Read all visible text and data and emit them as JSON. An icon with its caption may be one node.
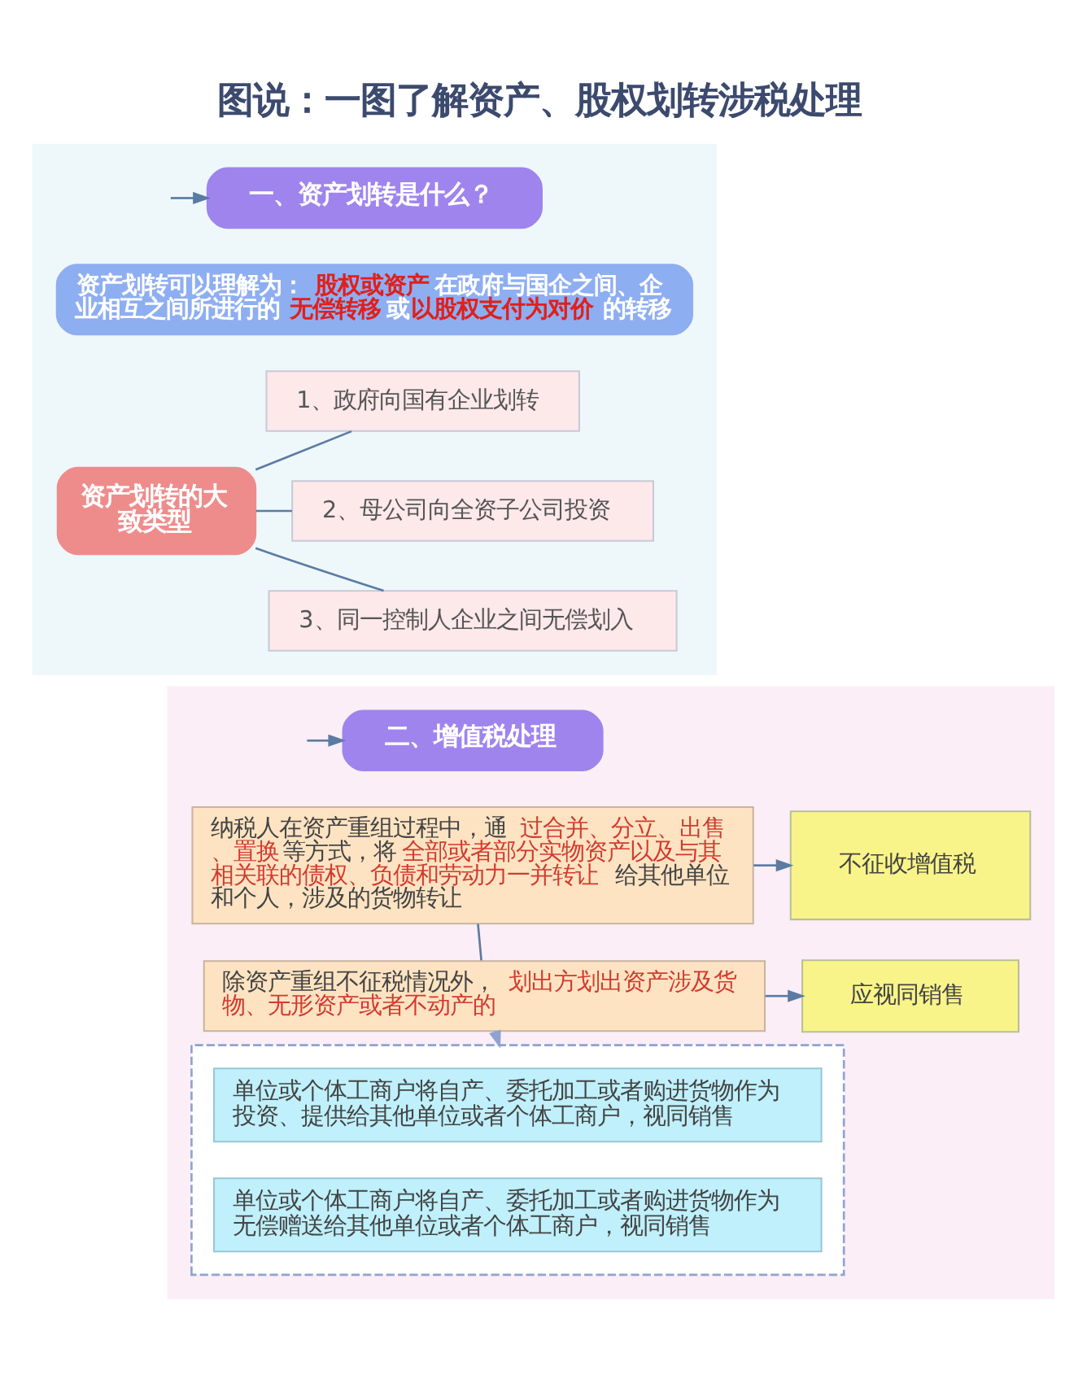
{
  "diagram": {
    "title": "图说：一图了解资产、股权划转涉税处理",
    "nodes": [
      {
        "text": [],
        "shape": "box"
      },
      {
        "text": [
          "一、资产划转是什么？"
        ],
        "in": 0
      },
      {
        "text": [
          "资产划转可以理解为：**股权或资产**在政府与国企之间、企业相互之间所进行的**无偿转移**或**以股权支付为对价**的转移"
        ],
        "in": 0
      },
      {
        "text": [
          "资产划转的大致类型"
        ],
        "in": 0
      },
      {
        "text": [
          "1、政府向国有企业划转"
        ],
        "in": 0
      },
      {
        "text": [
          "2、母公司向全资子公司投资"
        ],
        "in": 0
      },
      {
        "text": [
          "3、同一控制人企业之间无偿划入"
        ],
        "in": 0
      },
      {
        "text": [],
        "shape": "box"
      },
      {
        "text": [
          "二、增值税处理"
        ],
        "in": 7
      },
      {
        "text": [
          "纳税人在资产重组过程中，通**过合并、分立、出售、置换**等方式，将**全部或者部分实物资产以及与其相关联的债权、负债和劳动力一并转让**给其他单位和个人，涉及的货物转让"
        ],
        "in": 7
      },
      {
        "text": [
          "不征收增值税"
        ],
        "in": 7
      },
      {
        "text": [
          "除资产重组不征税情况外，**划出方划出资产涉及货物、无形资产或者不动产的**"
        ],
        "in": 7
      },
      {
        "text": [
          "应视同销售"
        ],
        "in": 7
      },
      {
        "text": [],
        "shape": "box",
        "in": 7
      },
      {
        "text": [
          "单位或个体工商户将自产、委托加工或者购进货物作为投资、提供给其他单位或者个体工商户，视同销售"
        ],
        "in": 13
      },
      {
        "text": [
          "单位或个体工商户将自产、委托加工或者购进货物作为无偿赠送给其他单位或者个体工商户，视同销售"
        ],
        "in": 13
      }
    ],
    "edges": [
      {
        "from": null,
        "to": 1,
        "arrow": "to"
      },
      {
        "from": null,
        "to": 8,
        "arrow": "to"
      },
      {
        "from": 3,
        "to": 4,
        "arrow": "none"
      },
      {
        "from": 3,
        "to": 5,
        "arrow": "none"
      },
      {
        "from": 3,
        "to": 6,
        "arrow": "none"
      },
      {
        "from": 9,
        "to": 11,
        "arrow": "none"
      },
      {
        "from": 9,
        "to": 10,
        "arrow": "to"
      },
      {
        "from": 11,
        "to": 12,
        "arrow": "to"
      },
      {
        "from": 11,
        "to": 13,
        "arrow": "to",
        "style": "dashed",
        "color": "#8fa3d1"
      }
    ]
  }
}
